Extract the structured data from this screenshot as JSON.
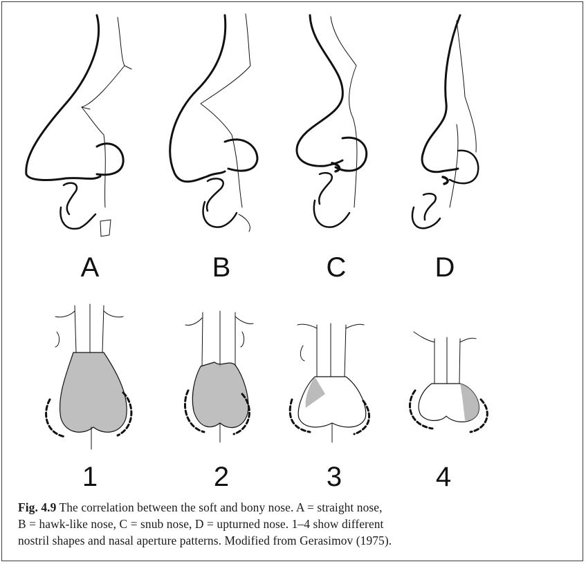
{
  "profiles": [
    {
      "label": "A"
    },
    {
      "label": "B"
    },
    {
      "label": "C"
    },
    {
      "label": "D"
    }
  ],
  "nostrils": [
    {
      "label": "1"
    },
    {
      "label": "2"
    },
    {
      "label": "3"
    },
    {
      "label": "4"
    }
  ],
  "caption": {
    "fig_label": "Fig. 4.9",
    "line1": "The correlation between the soft and bony nose. A = straight nose,",
    "line2": "B = hawk-like nose, C = snub nose, D = upturned nose. 1–4 show different",
    "line3": "nostril shapes and nasal aperture patterns. Modified from Gerasimov (1975)."
  }
}
